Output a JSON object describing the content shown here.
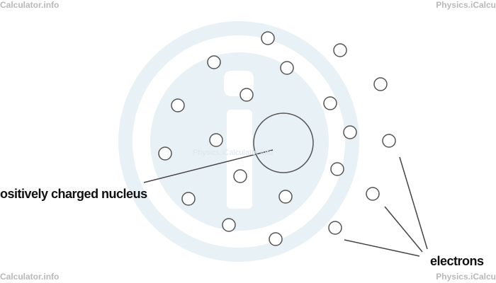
{
  "watermark": {
    "top_left": "Calculator.info",
    "top_right": "Physics.iCalcu",
    "bottom_left": "Calculator.info",
    "bottom_right": "Physics.iCalcu",
    "center": "Physics.iCalculator.info",
    "color": "#e6f0f5"
  },
  "labels": {
    "nucleus": "ositively charged nucleus",
    "electrons": "electrons"
  },
  "colors": {
    "stroke": "#444444"
  }
}
